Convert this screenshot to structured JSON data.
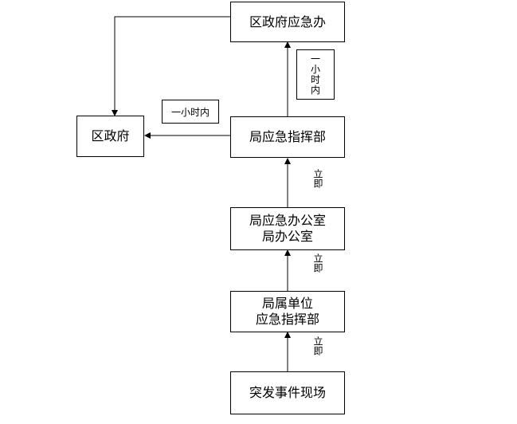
{
  "nodes": {
    "district_emergency_office": "区政府应急办",
    "district_government": "区政府",
    "bureau_command": "局应急指挥部",
    "bureau_office": {
      "line1": "局应急办公室",
      "line2": "局办公室"
    },
    "unit_command": {
      "line1": "局属单位",
      "line2": "应急指挥部"
    },
    "incident_site": "突发事件现场"
  },
  "labels": {
    "one_hour_horizontal": "一小时内",
    "one_hour_vertical": [
      "一",
      "小",
      "时",
      "内"
    ],
    "immediate_1": "立即",
    "immediate_2": "立即",
    "immediate_3": "立即"
  }
}
